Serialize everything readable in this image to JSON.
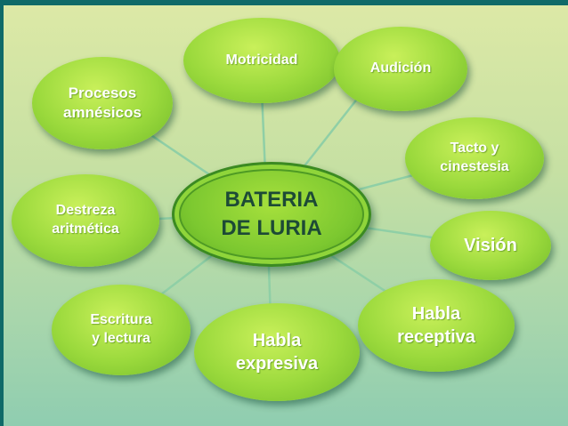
{
  "diagram": {
    "center": {
      "label": "BATERIA\nDE LURIA"
    },
    "nodes": [
      {
        "id": "motricidad",
        "label": "Motricidad"
      },
      {
        "id": "audicion",
        "label": "Audición"
      },
      {
        "id": "procesos",
        "label": "Procesos\namnésicos"
      },
      {
        "id": "tacto",
        "label": "Tacto y\ncinestesia"
      },
      {
        "id": "destreza",
        "label": "Destreza\naritmética"
      },
      {
        "id": "vision",
        "label": "Visión"
      },
      {
        "id": "escritura",
        "label": "Escritura\ny lectura"
      },
      {
        "id": "habla-expresiva",
        "label": "Habla\nexpresiva"
      },
      {
        "id": "habla-receptiva",
        "label": "Habla\nreceptiva"
      }
    ]
  },
  "colors": {
    "node_fill": "#9ad93c",
    "center_text": "#1d4a36",
    "frame": "#0f6a68",
    "link": "#8fcfa6"
  }
}
